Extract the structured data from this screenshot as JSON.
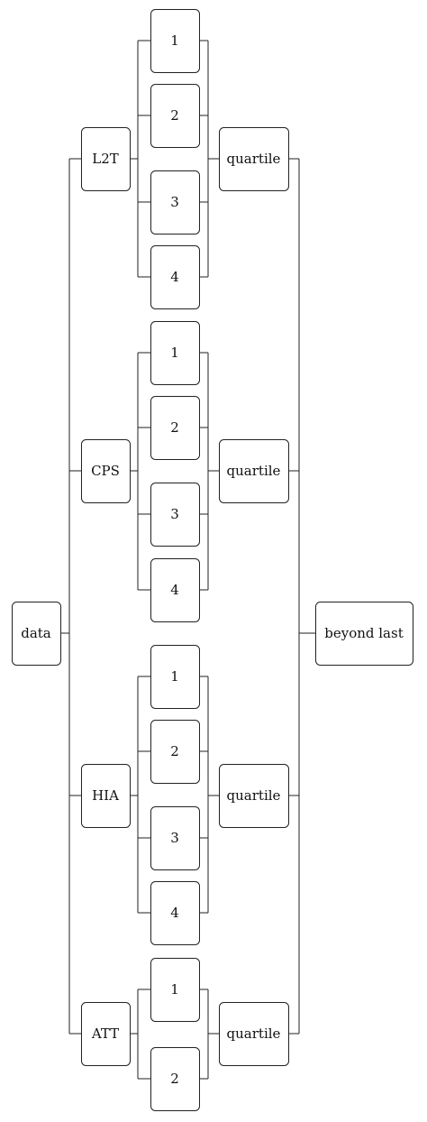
{
  "diagram": {
    "root": "data",
    "sink": "beyond last",
    "groups": [
      {
        "label": "L2T",
        "items": [
          "1",
          "2",
          "3",
          "4"
        ],
        "merge": "quartile"
      },
      {
        "label": "CPS",
        "items": [
          "1",
          "2",
          "3",
          "4"
        ],
        "merge": "quartile"
      },
      {
        "label": "HIA",
        "items": [
          "1",
          "2",
          "3",
          "4"
        ],
        "merge": "quartile"
      },
      {
        "label": "ATT",
        "items": [
          "1",
          "2"
        ],
        "merge": "quartile"
      }
    ]
  }
}
